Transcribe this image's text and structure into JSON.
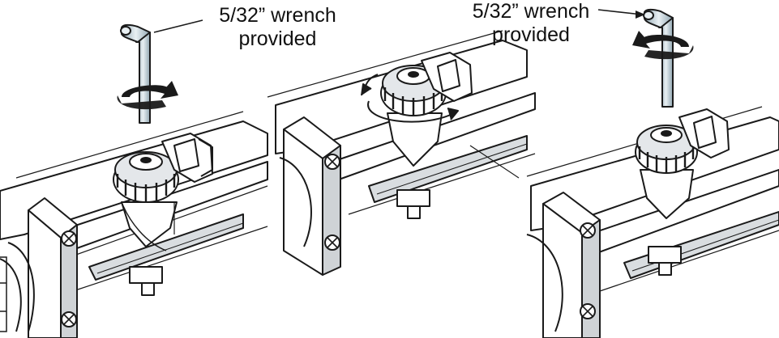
{
  "colors": {
    "ink": "#1a1a1a",
    "fill": "#ffffff",
    "shade": "#cfd3d6",
    "hex_key": "#b8c7cf"
  },
  "steps": [
    {
      "callout": {
        "line1": "5/32” wrench",
        "line2": "provided"
      },
      "icons": [
        "hex-key-icon",
        "rotate-arrow-icon"
      ]
    },
    {
      "icons": [
        "rotate-arrow-icon"
      ]
    },
    {
      "callout": {
        "line1": "5/32” wrench",
        "line2": "provided"
      },
      "icons": [
        "hex-key-icon",
        "rotate-arrow-icon"
      ]
    }
  ]
}
